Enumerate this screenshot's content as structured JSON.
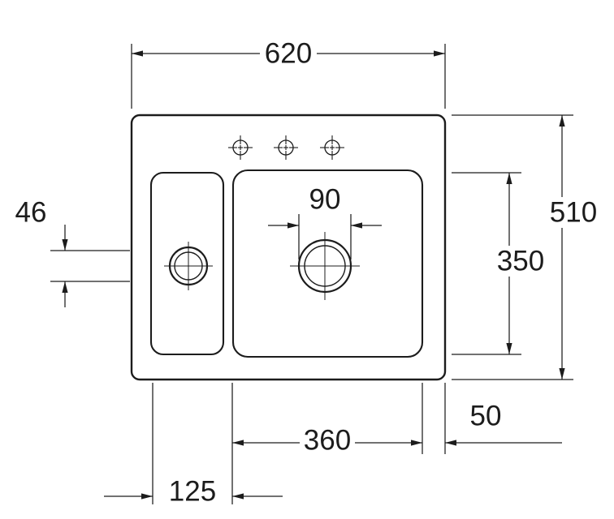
{
  "page": {
    "background": "#ffffff"
  },
  "drawing": {
    "name": "kitchen-sink-dimension-drawing",
    "stroke_color": "#1c1c1c",
    "dimensions": {
      "overall_width": "620",
      "overall_depth": "510",
      "bowl_depth": "350",
      "left_drain_offset": "46",
      "drain_diameter": "90",
      "main_bowl_width": "360",
      "right_margin": "50",
      "small_bowl_width": "125"
    }
  }
}
